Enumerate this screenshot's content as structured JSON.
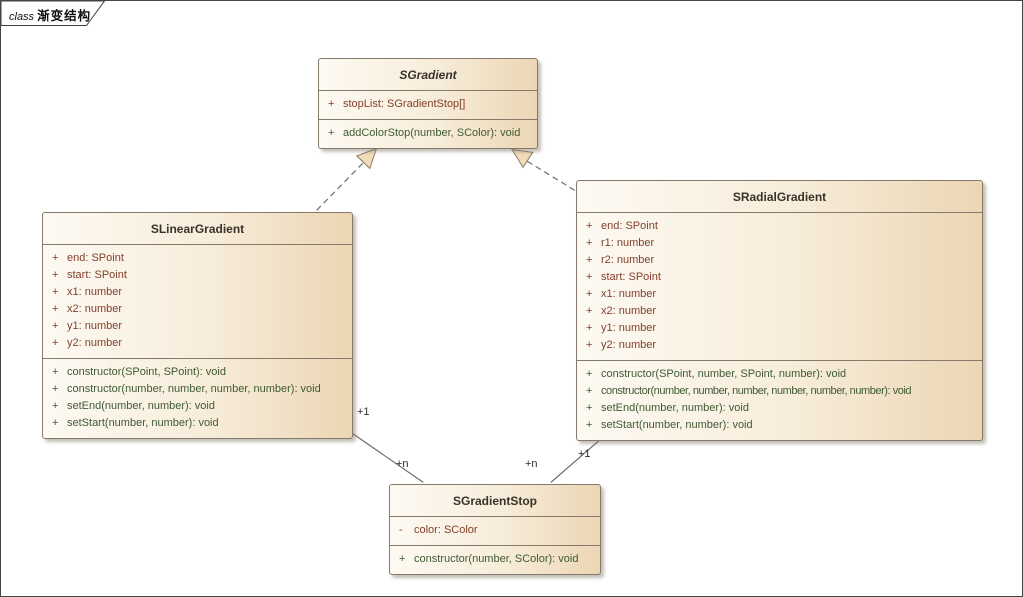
{
  "frame": {
    "keyword": "class",
    "title": "渐变结构"
  },
  "classes": [
    {
      "id": "SGradient",
      "name": "SGradient",
      "abstract": true,
      "attributes": [
        {
          "vis": "+",
          "text": "stopList: SGradientStop[]"
        }
      ],
      "methods": [
        {
          "vis": "+",
          "text": "addColorStop(number, SColor): void"
        }
      ]
    },
    {
      "id": "SLinearGradient",
      "name": "SLinearGradient",
      "abstract": false,
      "attributes": [
        {
          "vis": "+",
          "text": "end: SPoint"
        },
        {
          "vis": "+",
          "text": "start: SPoint"
        },
        {
          "vis": "+",
          "text": "x1: number"
        },
        {
          "vis": "+",
          "text": "x2: number"
        },
        {
          "vis": "+",
          "text": "y1: number"
        },
        {
          "vis": "+",
          "text": "y2: number"
        }
      ],
      "methods": [
        {
          "vis": "+",
          "text": "constructor(SPoint, SPoint): void"
        },
        {
          "vis": "+",
          "text": "constructor(number, number, number, number): void"
        },
        {
          "vis": "+",
          "text": "setEnd(number, number): void"
        },
        {
          "vis": "+",
          "text": "setStart(number, number): void"
        }
      ]
    },
    {
      "id": "SRadialGradient",
      "name": "SRadialGradient",
      "abstract": false,
      "attributes": [
        {
          "vis": "+",
          "text": "end: SPoint"
        },
        {
          "vis": "+",
          "text": "r1: number"
        },
        {
          "vis": "+",
          "text": "r2: number"
        },
        {
          "vis": "+",
          "text": "start: SPoint"
        },
        {
          "vis": "+",
          "text": "x1: number"
        },
        {
          "vis": "+",
          "text": "x2: number"
        },
        {
          "vis": "+",
          "text": "y1: number"
        },
        {
          "vis": "+",
          "text": "y2: number"
        }
      ],
      "methods": [
        {
          "vis": "+",
          "text": "constructor(SPoint, number, SPoint, number): void"
        },
        {
          "vis": "+",
          "text": "constructor(number, number, number, number, number, number): void"
        },
        {
          "vis": "+",
          "text": "setEnd(number, number): void"
        },
        {
          "vis": "+",
          "text": "setStart(number, number): void"
        }
      ]
    },
    {
      "id": "SGradientStop",
      "name": "SGradientStop",
      "abstract": false,
      "attributes": [
        {
          "vis": "-",
          "text": "color: SColor"
        }
      ],
      "methods": [
        {
          "vis": "+",
          "text": "constructor(number, SColor): void"
        }
      ]
    }
  ],
  "relations": {
    "realizations": [
      {
        "from": "SLinearGradient",
        "to": "SGradient"
      },
      {
        "from": "SRadialGradient",
        "to": "SGradient"
      }
    ],
    "associations": [
      {
        "from": "SLinearGradient",
        "to": "SGradientStop",
        "source_multiplicity": "+1",
        "target_multiplicity": "+n"
      },
      {
        "from": "SRadialGradient",
        "to": "SGradientStop",
        "source_multiplicity": "+1",
        "target_multiplicity": "+n"
      }
    ]
  },
  "colors": {
    "box_fill_light": "#fdfaf3",
    "box_fill_dark": "#ecd6b4",
    "box_border": "#85796a",
    "title_text": "#39332a",
    "attribute_text": "#83402b",
    "operation_text": "#3e5a33",
    "connector_line": "#6e6e6e",
    "arrowhead_fill": "#f0dbba"
  }
}
